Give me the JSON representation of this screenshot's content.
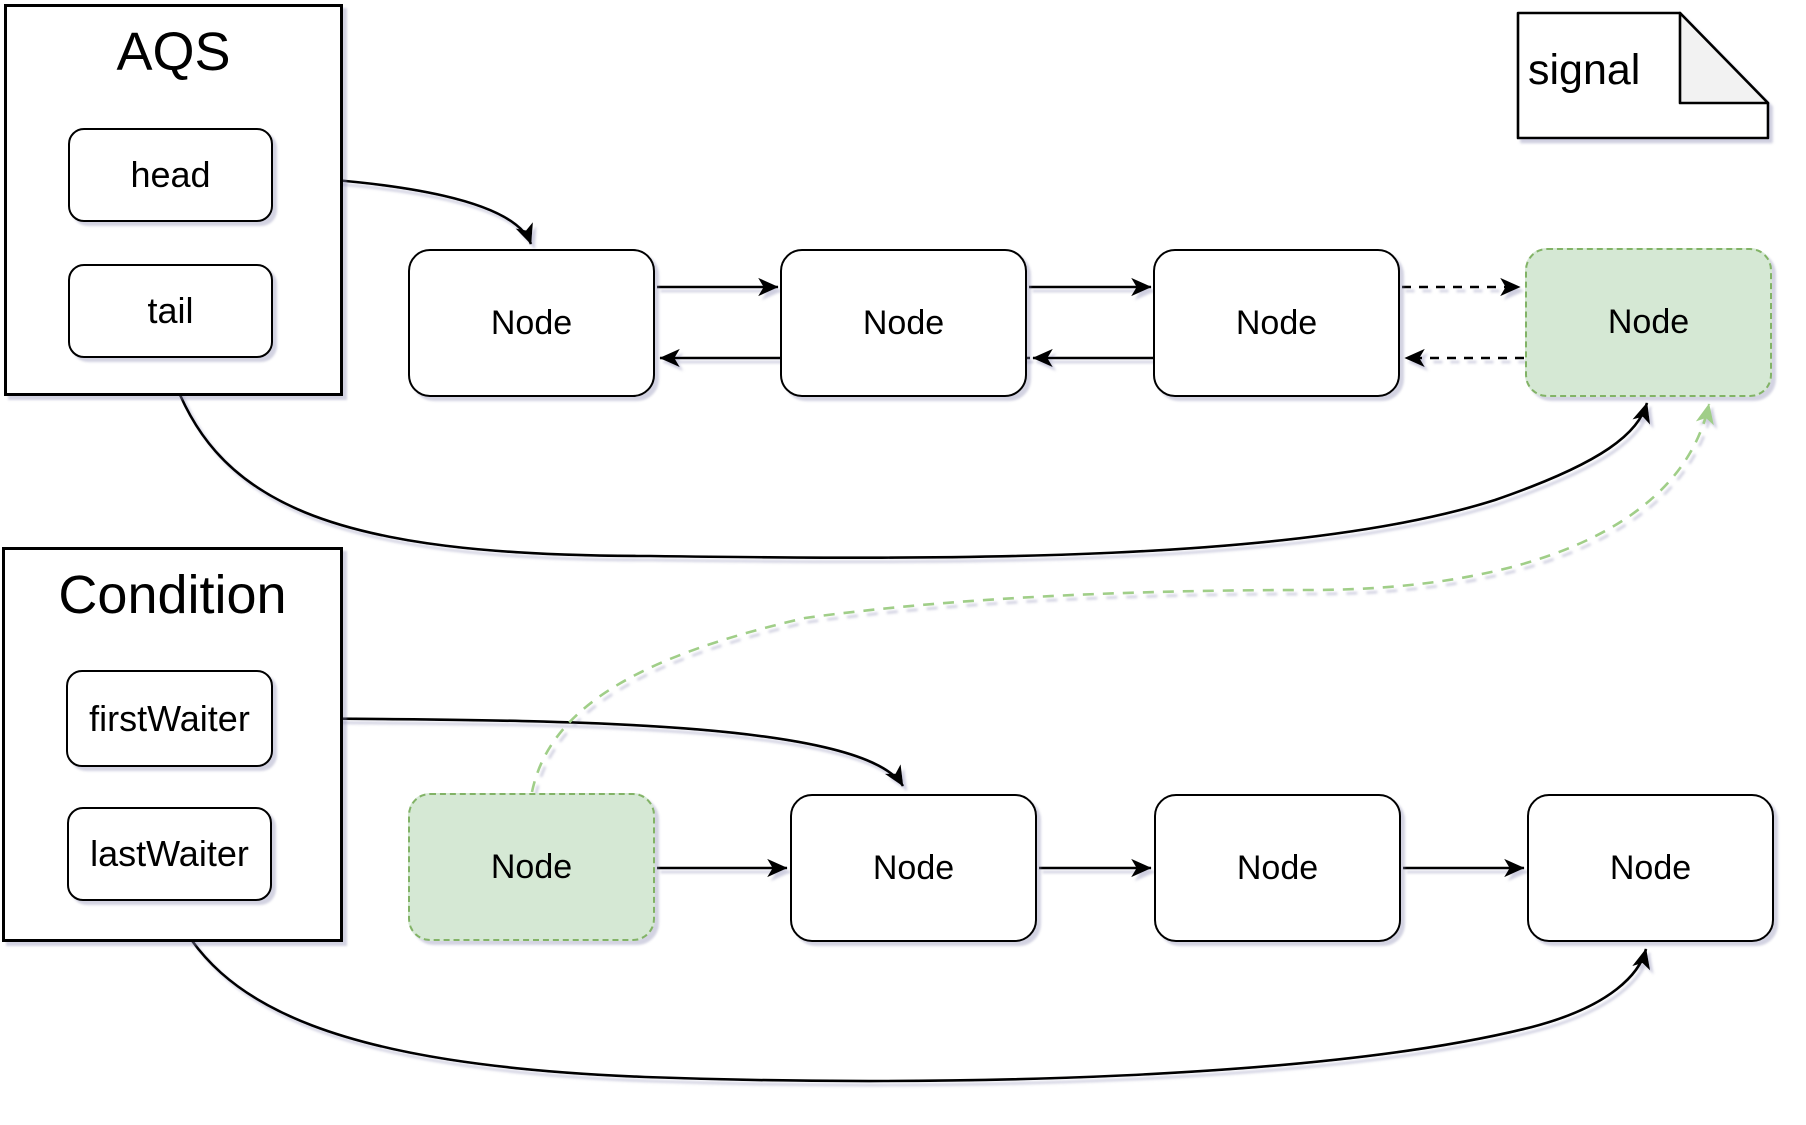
{
  "colors": {
    "line": "#000000",
    "green_fill": "#d5e8d4",
    "green_border": "#82b366",
    "green_arrow": "#a0ce88",
    "note_fold": "#f2f2f2",
    "shadow": "rgba(140,140,180,0.38)"
  },
  "aqs": {
    "title": "AQS",
    "fields": [
      {
        "label": "head"
      },
      {
        "label": "tail"
      }
    ]
  },
  "condition": {
    "title": "Condition",
    "fields": [
      {
        "label": "firstWaiter"
      },
      {
        "label": "lastWaiter"
      }
    ]
  },
  "note": {
    "label": "signal"
  },
  "sync_queue": {
    "nodes": [
      {
        "label": "Node",
        "highlighted": false
      },
      {
        "label": "Node",
        "highlighted": false
      },
      {
        "label": "Node",
        "highlighted": false
      },
      {
        "label": "Node",
        "highlighted": true
      }
    ]
  },
  "wait_queue": {
    "nodes": [
      {
        "label": "Node",
        "highlighted": true
      },
      {
        "label": "Node",
        "highlighted": false
      },
      {
        "label": "Node",
        "highlighted": false
      },
      {
        "label": "Node",
        "highlighted": false
      }
    ]
  }
}
